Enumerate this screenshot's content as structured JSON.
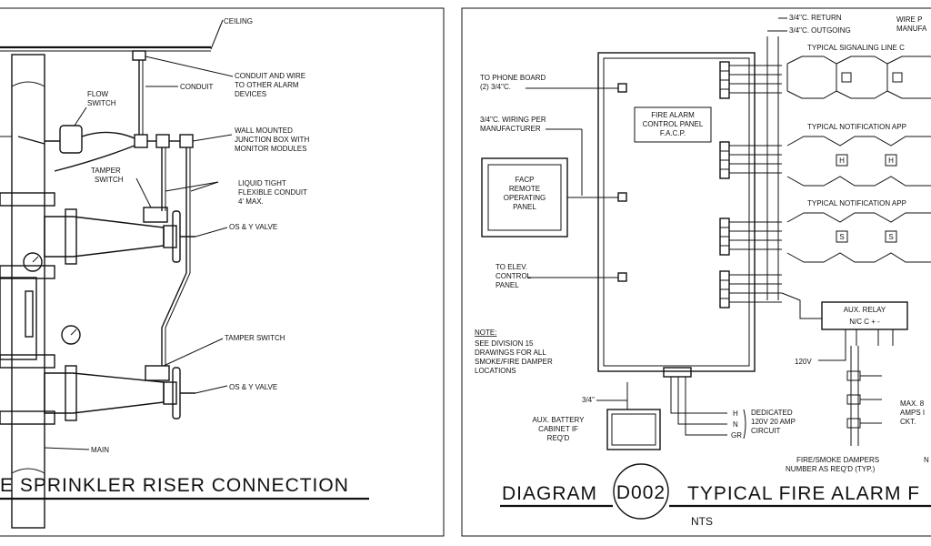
{
  "left": {
    "title": "E SPRINKLER RISER CONNECTION",
    "labels": {
      "ceiling": "CEILING",
      "conduit_wire": "CONDUIT AND WIRE",
      "to_other": "TO OTHER ALARM",
      "devices": "DEVICES",
      "conduit": "CONDUIT",
      "flow1": "FLOW",
      "flow2": "SWITCH",
      "jb1": "WALL MOUNTED",
      "jb2": "JUNCTION BOX WITH",
      "jb3": "MONITOR MODULES",
      "tamper1": "TAMPER",
      "tamper2": "SWITCH",
      "lt1": "LIQUID TIGHT",
      "lt2": "FLEXIBLE CONDUIT",
      "lt3": "4' MAX.",
      "osy1": "OS & Y VALVE",
      "tamper_switch": "TAMPER SWITCH",
      "osy2": "OS & Y VALVE",
      "main": "MAIN"
    }
  },
  "right": {
    "diagram_word": "DIAGRAM",
    "diagram_id": "D002",
    "title": "TYPICAL FIRE ALARM F",
    "nts": "NTS",
    "labels": {
      "return": "3/4\"C. RETURN",
      "outgoing": "3/4\"C. OUTGOING",
      "wire_p1": "WIRE P",
      "wire_p2": "MANUFA",
      "slc": "TYPICAL SIGNALING LINE C",
      "nac1": "TYPICAL NOTIFICATION APP",
      "nac2": "TYPICAL NOTIFICATION APP",
      "phone1": "TO PHONE BOARD",
      "phone2": "(2) 3/4\"C.",
      "wiring1": "3/4\"C. WIRING PER",
      "wiring2": "MANUFACTURER",
      "facp1": "FIRE ALARM",
      "facp2": "CONTROL PANEL",
      "facp3": "F.A.C.P.",
      "remote1": "FACP",
      "remote2": "REMOTE",
      "remote3": "OPERATING",
      "remote4": "PANEL",
      "elev1": "TO ELEV.",
      "elev2": "CONTROL",
      "elev3": "PANEL",
      "note1": "NOTE:",
      "note2": "SEE DIVISION 15",
      "note3": "DRAWINGS FOR ALL",
      "note4": "SMOKE/FIRE DAMPER",
      "note5": "LOCATIONS",
      "aux_relay": "AUX. RELAY",
      "relay_terms": "N/C  C  +  -",
      "v120": "120V",
      "max1": "MAX. 8",
      "max2": "AMPS I",
      "max3": "CKT.",
      "dampers1": "FIRE/SMOKE DAMPERS",
      "dampers2": "NUMBER AS REQ'D (TYP.)",
      "m_cut": "N",
      "threeq": "3/4\"",
      "batt1": "AUX. BATTERY",
      "batt2": "CABINET IF",
      "batt3": "REQ'D",
      "ded1": "DEDICATED",
      "ded2": "120V 20 AMP",
      "ded3": "CIRCUIT",
      "h1": "H",
      "n1": "N",
      "gr": "GR"
    }
  }
}
